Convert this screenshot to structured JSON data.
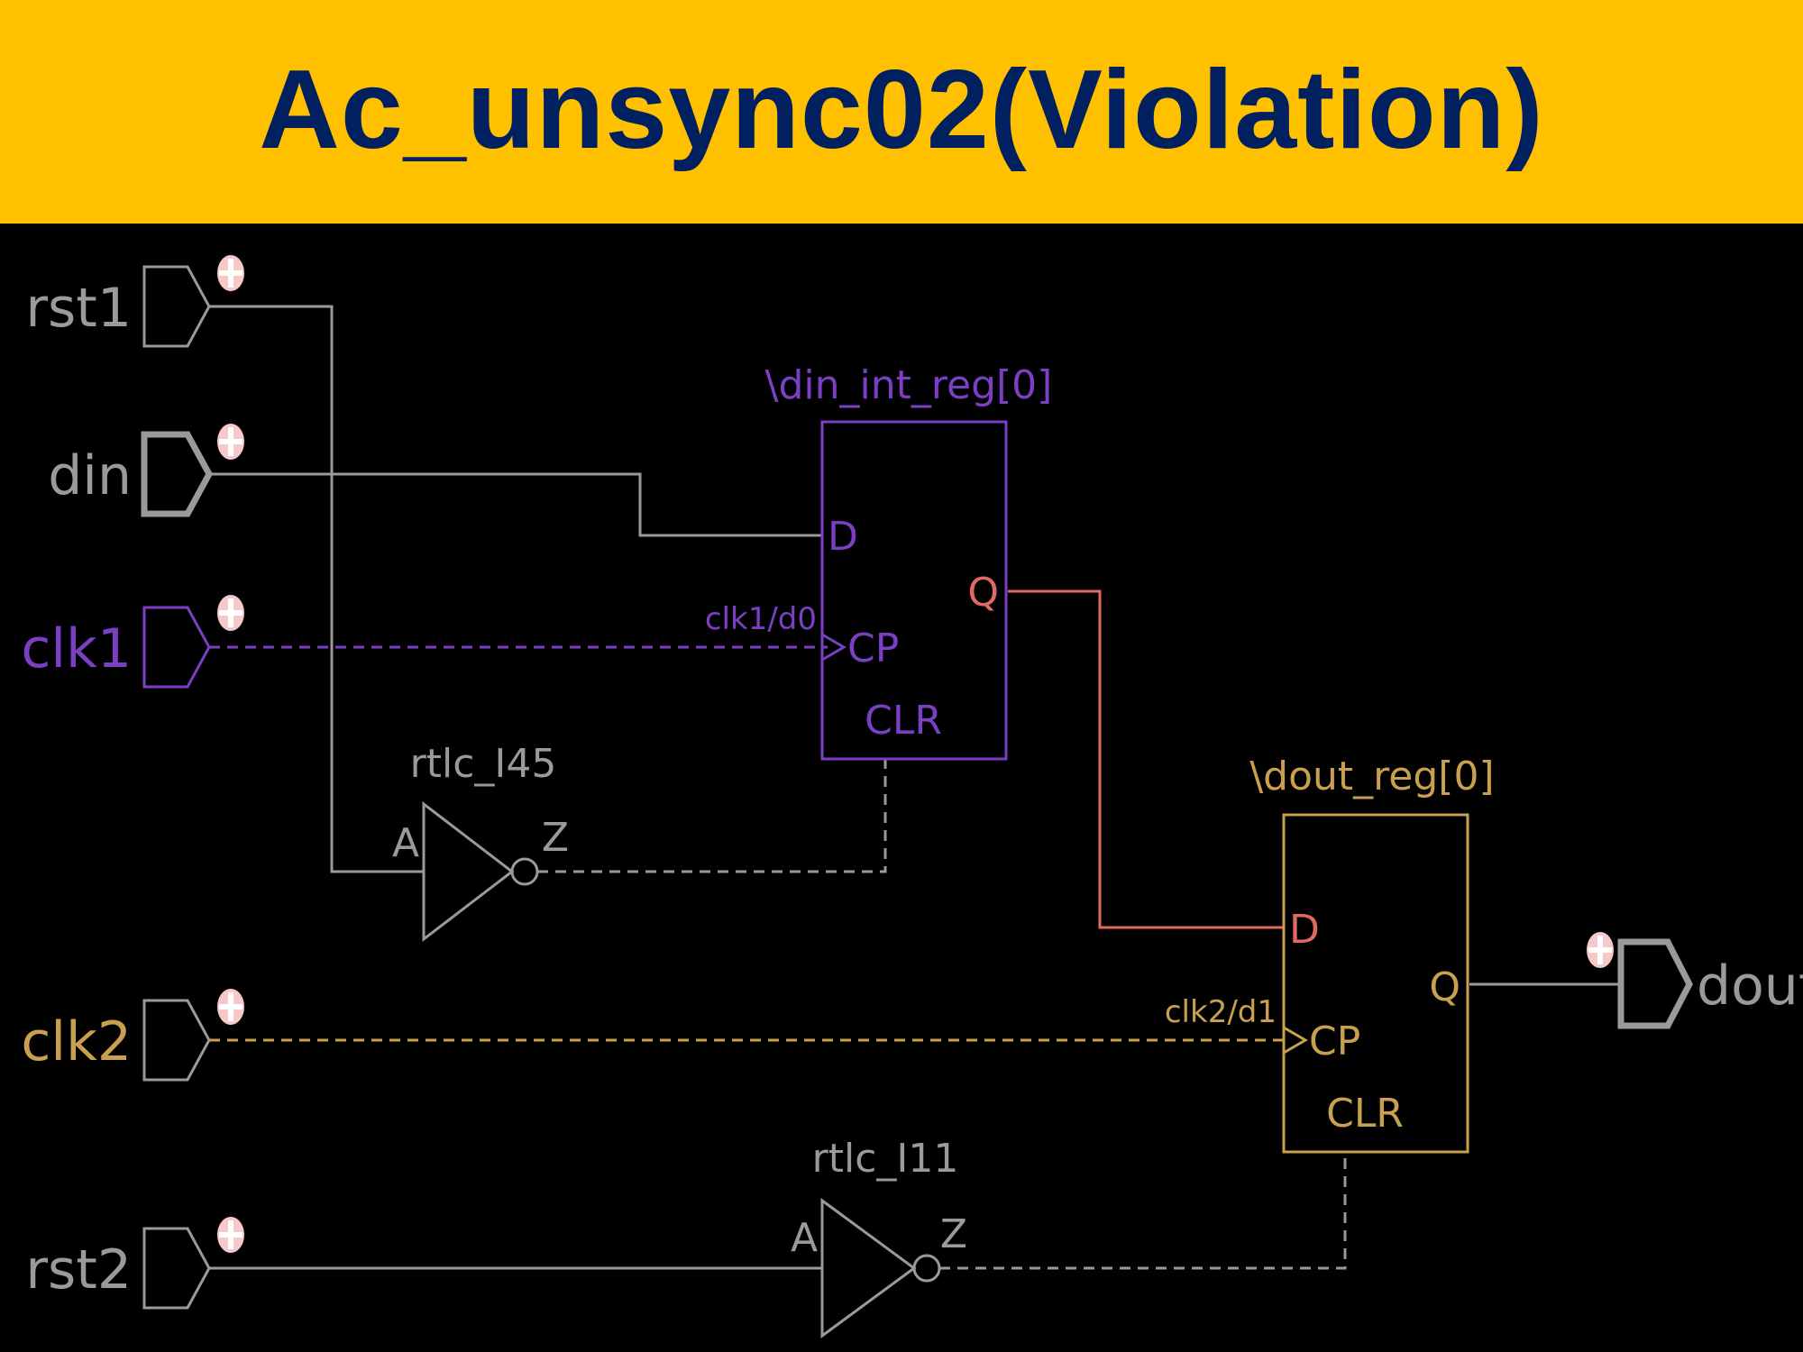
{
  "title": "Ac_unsync02(Violation)",
  "colors": {
    "title_bg": "#FFC000",
    "title_fg": "#002060",
    "canvas_bg": "#000000",
    "wire": "#9a9a9a",
    "clk1": "#7b3fc4",
    "clk2": "#c8a050",
    "q1_net": "#e06a60",
    "marker": "#f6c8c8"
  },
  "ports": {
    "rst1": "rst1",
    "din": "din",
    "clk1": "clk1",
    "clk2": "clk2",
    "rst2": "rst2",
    "dout": "dout"
  },
  "cells": {
    "din_reg": {
      "name": "\\din_int_reg[0]",
      "d": "D",
      "cp": "CP",
      "clr": "CLR",
      "q": "Q",
      "clk_net": "clk1/d0"
    },
    "dout_reg": {
      "name": "\\dout_reg[0]",
      "d": "D",
      "cp": "CP",
      "clr": "CLR",
      "q": "Q",
      "clk_net": "clk2/d1"
    },
    "inv1": {
      "name": "rtlc_I45",
      "a": "A",
      "z": "Z"
    },
    "inv2": {
      "name": "rtlc_I11",
      "a": "A",
      "z": "Z"
    }
  }
}
